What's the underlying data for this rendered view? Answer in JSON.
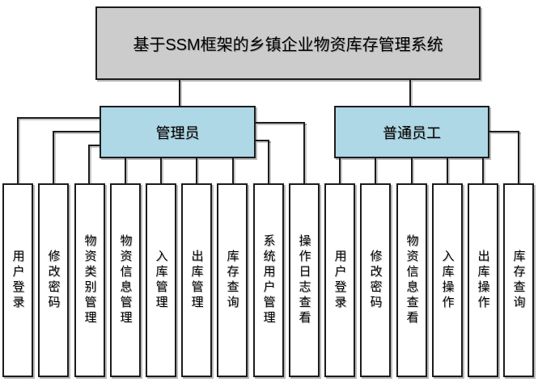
{
  "diagram": {
    "title": "基于SSM框架的乡镇企业物资库存管理系统",
    "branches": [
      {
        "label": "管理员",
        "children": [
          "用户登录",
          "修改密码",
          "物资类别管理",
          "物资信息管理",
          "入库管理",
          "出库管理",
          "库存查询",
          "系统用户管理",
          "操作日志查看"
        ]
      },
      {
        "label": "普通员工",
        "children": [
          "用户登录",
          "修改密码",
          "物资信息查看",
          "入库操作",
          "出库操作",
          "库存查询"
        ]
      }
    ],
    "colors": {
      "root_fill": "#cccccc",
      "branch_fill": "#aed8e6",
      "leaf_fill": "#ffffff",
      "line_color": "#1c1c1c"
    }
  }
}
